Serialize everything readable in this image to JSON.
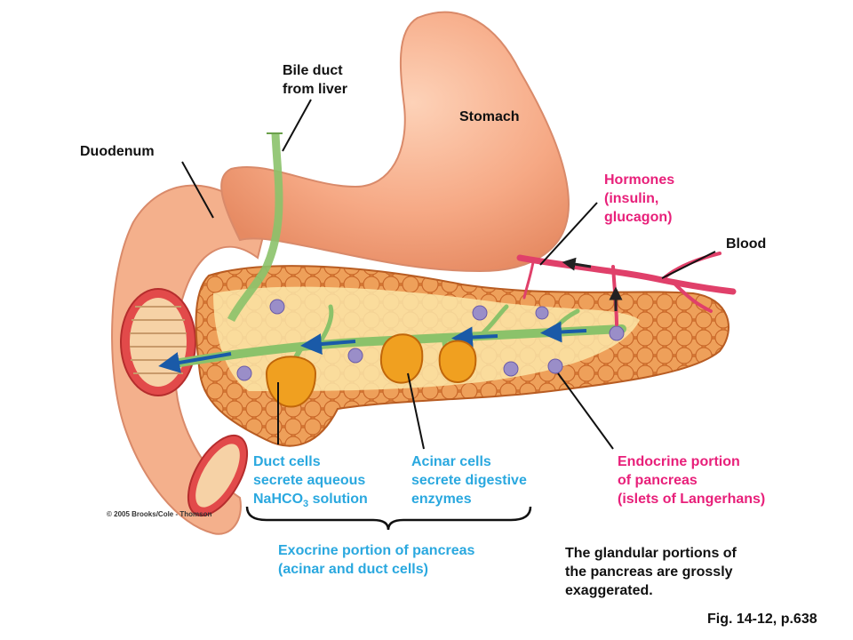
{
  "labels": {
    "bile_duct": [
      "Bile duct",
      "from liver"
    ],
    "stomach": "Stomach",
    "duodenum": "Duodenum",
    "hormones": [
      "Hormones",
      "(insulin,",
      "glucagon)"
    ],
    "blood": "Blood",
    "duct_cells": [
      "Duct cells",
      "secrete aqueous"
    ],
    "duct_cells_formula": {
      "prefix": "NaHCO",
      "subscript": "3",
      "suffix": " solution"
    },
    "acinar_cells": [
      "Acinar cells",
      "secrete digestive",
      "enzymes"
    ],
    "endocrine": [
      "Endocrine portion",
      "of pancreas",
      "(islets of Langerhans)"
    ],
    "exocrine": [
      "Exocrine portion of pancreas",
      "(acinar and duct cells)"
    ],
    "note": [
      "The glandular portions of",
      "the pancreas are grossly",
      "exaggerated."
    ],
    "figure_ref": "Fig. 14-12, p.638",
    "copyright": "© 2005 Brooks/Cole - Thomson"
  },
  "colors": {
    "black_label": "#111111",
    "hormone_label": "#e8207a",
    "exocrine_label": "#2aa8df",
    "stomach": "#f6a985",
    "pancreas": "#e88a3c",
    "duct": "#8bc26a",
    "blood_vessel": "#e0406a"
  }
}
